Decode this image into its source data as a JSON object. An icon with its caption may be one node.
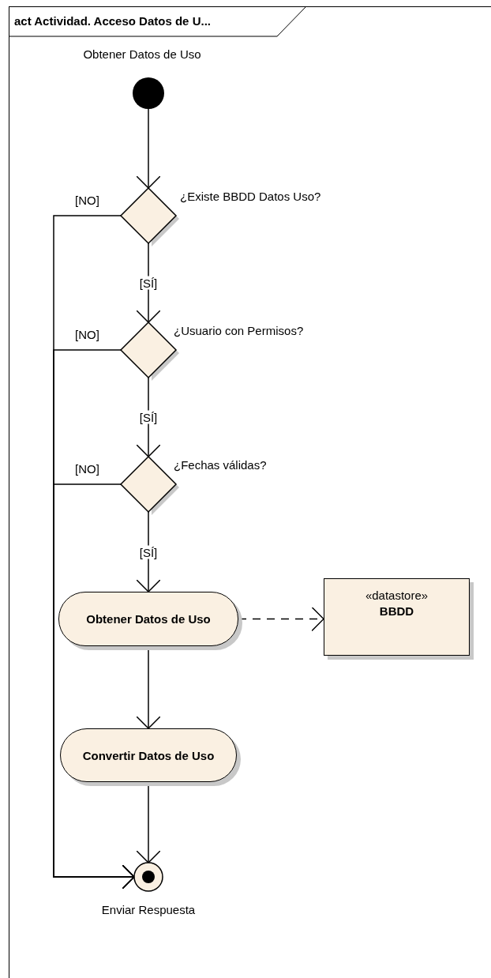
{
  "diagram": {
    "nodes": [
      {
        "text": [
          "act Actividad. Acceso Datos de U..."
        ]
      },
      {
        "text": [],
        "shape": "circle",
        "in": 0,
        "beside": [
          "Obtener Datos de Uso"
        ]
      },
      {
        "text": [],
        "shape": "diamond",
        "in": 0,
        "beside": [
          "¿Existe BBDD Datos Uso?"
        ]
      },
      {
        "text": [],
        "shape": "diamond",
        "in": 0,
        "beside": [
          "¿Usuario con Permisos?"
        ]
      },
      {
        "text": [],
        "shape": "diamond",
        "in": 0,
        "beside": [
          "¿Fechas válidas?"
        ]
      },
      {
        "text": [
          "Obtener Datos de Uso"
        ],
        "in": 0
      },
      {
        "text": [
          "«datastore»",
          "BBDD"
        ],
        "in": 0
      },
      {
        "text": [
          "Convertir Datos de Uso"
        ],
        "in": 0
      },
      {
        "text": [],
        "shape": "circle",
        "in": 0,
        "beside": [
          "Enviar Respuesta"
        ]
      }
    ],
    "edges": [
      {
        "from": 1,
        "to": 2,
        "arrow": "to"
      },
      {
        "from": 2,
        "to": 3,
        "arrow": "to",
        "label": "[SÍ]"
      },
      {
        "from": 2,
        "to": 8,
        "arrow": "to",
        "label": "[NO]"
      },
      {
        "from": 3,
        "to": 4,
        "arrow": "to",
        "label": "[SÍ]"
      },
      {
        "from": 3,
        "to": 8,
        "arrow": "to",
        "label": "[NO]"
      },
      {
        "from": 4,
        "to": 5,
        "arrow": "to",
        "label": "[SÍ]"
      },
      {
        "from": 4,
        "to": 8,
        "arrow": "to",
        "label": "[NO]"
      },
      {
        "from": 5,
        "to": 6,
        "arrow": "to",
        "style": "dashed"
      },
      {
        "from": 5,
        "to": 7,
        "arrow": "to"
      },
      {
        "from": 7,
        "to": 8,
        "arrow": "to"
      }
    ]
  }
}
